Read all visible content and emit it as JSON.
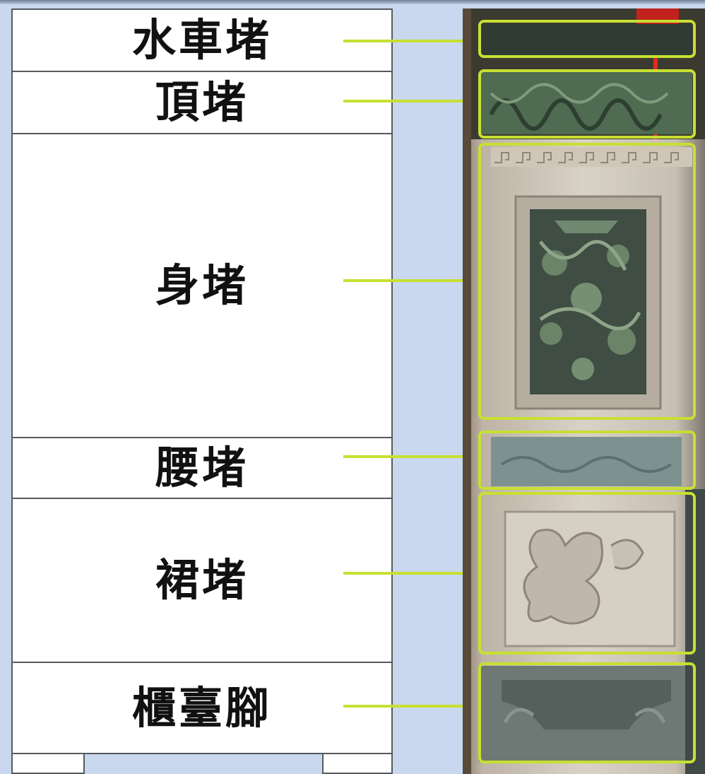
{
  "bands": [
    {
      "id": "shuiche",
      "label": "水車堵"
    },
    {
      "id": "ding",
      "label": "頂堵"
    },
    {
      "id": "shen",
      "label": "身堵"
    },
    {
      "id": "yao",
      "label": "腰堵"
    },
    {
      "id": "qun",
      "label": "裙堵"
    },
    {
      "id": "guitai",
      "label": "櫃臺腳"
    }
  ],
  "colors": {
    "background": "#c9d8ee",
    "band_fill": "#ffffff",
    "band_border": "#555a60",
    "highlight": "#c7e031",
    "label_text": "#111111"
  },
  "photo": {
    "subject": "temple-wall-stone-carving-photo"
  }
}
